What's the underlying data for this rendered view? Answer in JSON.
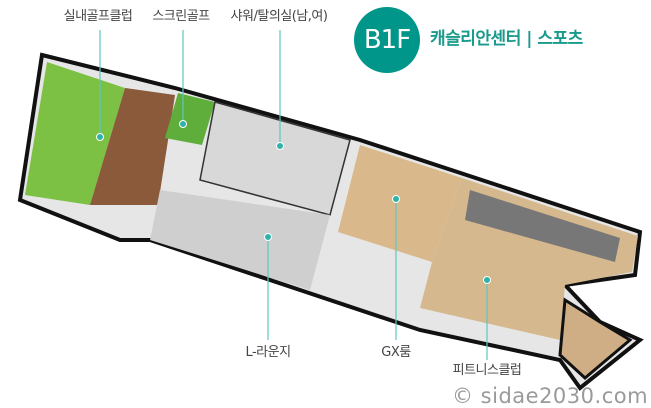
{
  "header": {
    "floor": "B1F",
    "title": "캐슬리안센터 | 스포츠",
    "accent_color": "#00968a"
  },
  "labels": {
    "indoor_golf": "실내골프클럽",
    "screen_golf": "스크린골프",
    "shower": "샤워/탈의실(남,여)",
    "lounge": "L-라운지",
    "gx_room": "GX룸",
    "fitness": "피트니스클럽"
  },
  "watermark": "© sidae2030.com"
}
